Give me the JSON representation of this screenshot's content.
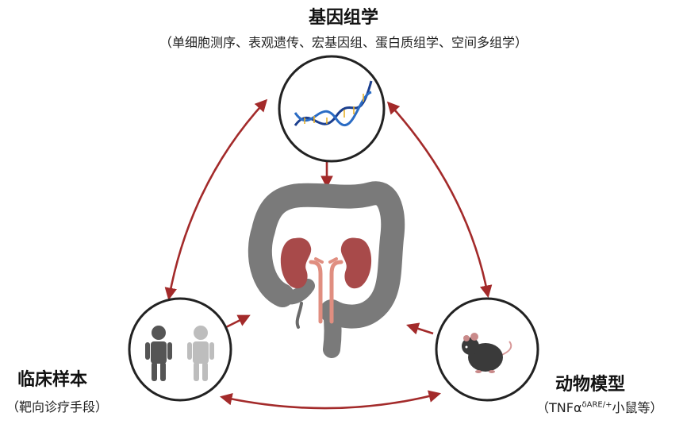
{
  "genomics": {
    "title": "基因组学",
    "subtitle": "（单细胞测序、表观遗传、宏基因组、蛋白质组学、空间多组学）"
  },
  "clinical": {
    "title": "临床样本",
    "subtitle": "（靶向诊疗手段）"
  },
  "animal": {
    "title": "动物模型",
    "subtitle_prefix": "（TNFα",
    "subtitle_sup": "δARE/+",
    "subtitle_suffix": "小鼠等）"
  },
  "colors": {
    "arrow": "#a32a2a",
    "circle_border": "#222222",
    "intestine": "#7a7a7a",
    "kidney": "#a84a4a",
    "ureter": "#e08e80"
  }
}
